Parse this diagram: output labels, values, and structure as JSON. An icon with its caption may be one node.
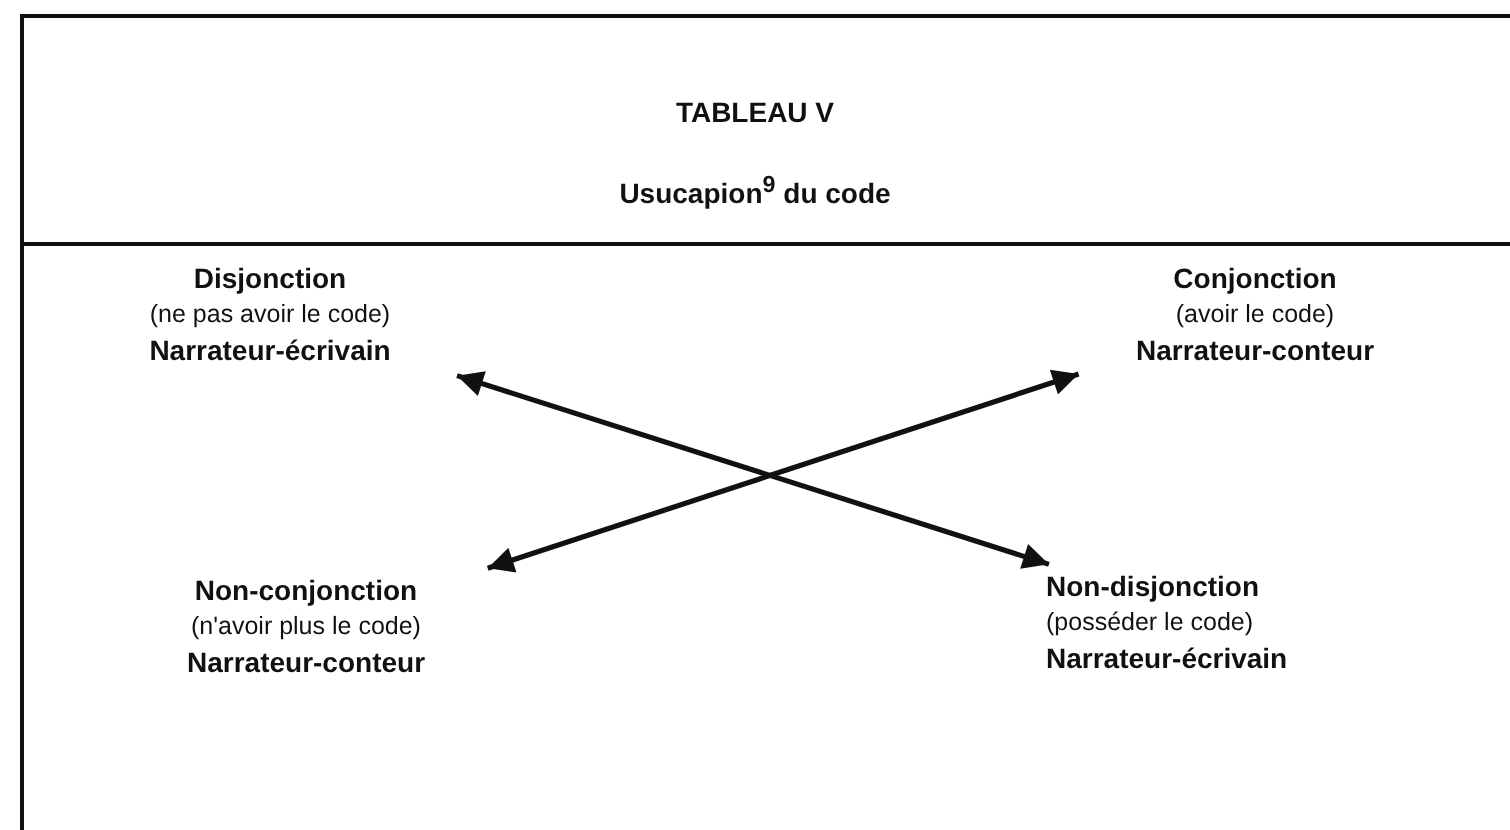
{
  "diagram": {
    "title": "TABLEAU V",
    "nodes": [
      {
        "text": [
          "Disjonction",
          "(ne pas avoir le code)",
          "Narrateur-écrivain"
        ]
      },
      {
        "text": [
          "Conjonction",
          "(avoir le code)",
          "Narrateur-conteur"
        ]
      },
      {
        "text": [
          "Non-conjonction",
          "(n'avoir plus le code)",
          "Narrateur-conteur"
        ]
      },
      {
        "text": [
          "Non-disjonction",
          "(posséder le code)",
          "Narrateur-écrivain"
        ]
      }
    ],
    "edges": [
      {
        "from": 0,
        "to": 3,
        "arrow": "both"
      },
      {
        "from": 1,
        "to": 2,
        "arrow": "both"
      }
    ],
    "labels": [
      "Usucapion$^{9}$ du code"
    ]
  }
}
